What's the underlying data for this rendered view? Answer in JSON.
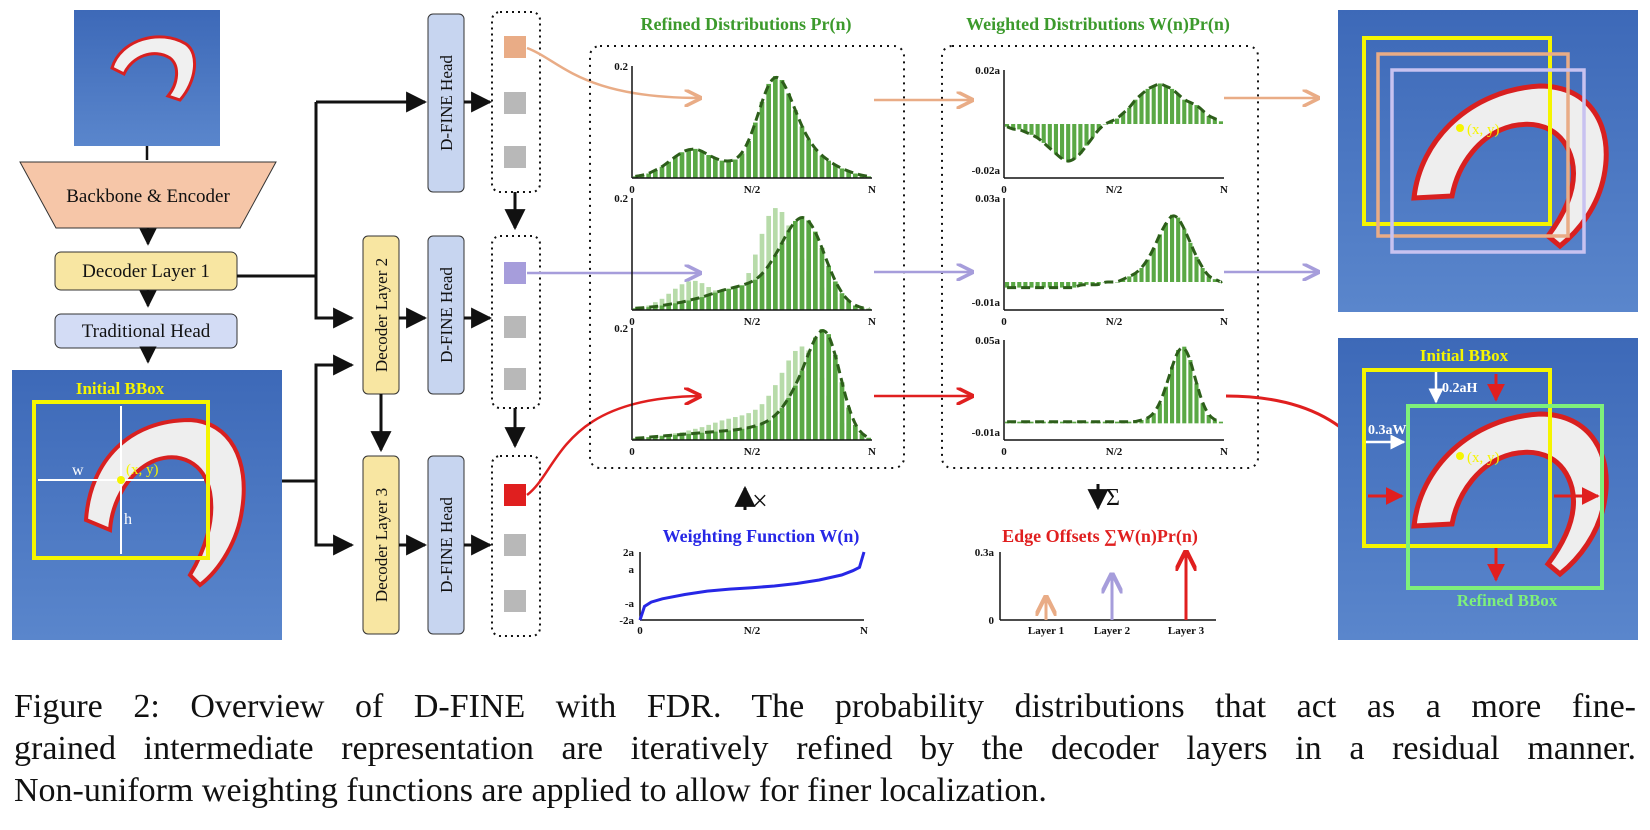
{
  "figure": {
    "backbone_label": "Backbone & Encoder",
    "decoder1_label": "Decoder Layer 1",
    "traditional_head_label": "Traditional Head",
    "decoder2_label": "Decoder Layer 2",
    "decoder3_label": "Decoder Layer 3",
    "dfine_head_label": "D-FINE Head",
    "initial_bbox_label": "Initial BBox",
    "refined_bbox_label": "Refined BBox",
    "w_label": "w",
    "h_label": "h",
    "xy_label": "(x, y)",
    "offset_h_label": "0.2aH",
    "offset_w_label": "0.3aW",
    "refined_title": "Refined Distributions Pr(n)",
    "weighted_title": "Weighted Distributions W(n)Pr(n)",
    "weighting_title": "Weighting Function W(n)",
    "edge_offsets_title": "Edge Offsets ∑W(n)Pr(n)",
    "times_symbol": "×",
    "sum_symbol": "Σ",
    "axis_zero": "0",
    "axis_half": "N/2",
    "axis_n": "N",
    "refined_ytick": "0.2",
    "weighted_ytops": [
      "0.02a",
      "0.03a",
      "0.05a"
    ],
    "weighted_ybottoms": [
      "-0.02a",
      "-0.01a",
      "-0.01a"
    ],
    "weighting_yticks": [
      "2a",
      "a",
      "-a",
      "-2a"
    ],
    "edge_ytick": "0.3a",
    "edge_ybase": "0",
    "edge_layers": [
      "Layer 1",
      "Layer 2",
      "Layer 3"
    ],
    "colors": {
      "green_bar": "#5aa845",
      "green_light": "#b7dba9",
      "green_dash": "#2d5e1a",
      "title_green": "#3c9a2c",
      "layer1": "#e9ac86",
      "layer2": "#a69ddb",
      "layer3": "#e01f1f",
      "blue": "#2727e6",
      "box_yellow": "#f5f500",
      "box_refined": "#7ef07a",
      "image_bg": "#4673bf",
      "backbone_fill": "#f6c6a8",
      "decoder_fill": "#f8e6a2",
      "head_fill": "#c7d5f0",
      "trad_head_fill": "#d3dcf5"
    }
  },
  "chart_data": [
    {
      "type": "bar",
      "title": "Refined Distributions Pr(n)",
      "xlabel": "",
      "ylabel": "",
      "x_ticks": [
        "0",
        "N/2",
        "N"
      ],
      "ylim": [
        0,
        0.2
      ],
      "layers": [
        {
          "name": "Layer 1",
          "values": [
            0.003,
            0.005,
            0.008,
            0.014,
            0.02,
            0.029,
            0.038,
            0.046,
            0.051,
            0.052,
            0.048,
            0.041,
            0.035,
            0.031,
            0.03,
            0.033,
            0.044,
            0.066,
            0.099,
            0.136,
            0.168,
            0.182,
            0.175,
            0.151,
            0.121,
            0.092,
            0.069,
            0.052,
            0.04,
            0.031,
            0.023,
            0.017,
            0.012,
            0.008,
            0.005,
            0.003
          ]
        },
        {
          "name": "Layer 2",
          "values": [
            0.003,
            0.004,
            0.005,
            0.006,
            0.008,
            0.01,
            0.012,
            0.014,
            0.017,
            0.02,
            0.023,
            0.027,
            0.031,
            0.035,
            0.038,
            0.041,
            0.044,
            0.048,
            0.054,
            0.064,
            0.079,
            0.098,
            0.12,
            0.142,
            0.159,
            0.167,
            0.16,
            0.14,
            0.111,
            0.079,
            0.051,
            0.03,
            0.016,
            0.008,
            0.004,
            0.002
          ]
        },
        {
          "name": "Layer 3",
          "values": [
            0.003,
            0.004,
            0.005,
            0.006,
            0.007,
            0.008,
            0.009,
            0.01,
            0.011,
            0.012,
            0.013,
            0.014,
            0.015,
            0.016,
            0.017,
            0.018,
            0.02,
            0.022,
            0.025,
            0.029,
            0.035,
            0.044,
            0.057,
            0.075,
            0.097,
            0.124,
            0.155,
            0.183,
            0.198,
            0.189,
            0.152,
            0.103,
            0.058,
            0.027,
            0.011,
            0.004
          ]
        }
      ]
    },
    {
      "type": "bar",
      "title": "Weighted Distributions W(n)Pr(n)",
      "xlabel": "",
      "ylabel": "",
      "x_ticks": [
        "0",
        "N/2",
        "N"
      ],
      "layers": [
        {
          "name": "Layer 1",
          "ylim": [
            -0.02,
            0.02
          ],
          "values": [
            -0.001,
            -0.002,
            -0.002,
            -0.003,
            -0.004,
            -0.005,
            -0.007,
            -0.009,
            -0.011,
            -0.013,
            -0.014,
            -0.013,
            -0.011,
            -0.008,
            -0.005,
            -0.002,
            0.0,
            0.001,
            0.002,
            0.004,
            0.006,
            0.009,
            0.011,
            0.013,
            0.014,
            0.015,
            0.014,
            0.013,
            0.011,
            0.009,
            0.008,
            0.007,
            0.005,
            0.003,
            0.002,
            0.001
          ]
        },
        {
          "name": "Layer 2",
          "ylim": [
            -0.01,
            0.03
          ],
          "values": [
            -0.002,
            -0.002,
            -0.002,
            -0.002,
            -0.002,
            -0.002,
            -0.002,
            -0.002,
            -0.002,
            -0.002,
            -0.002,
            -0.002,
            -0.001,
            -0.001,
            -0.001,
            -0.001,
            0.0,
            0.0,
            0.0,
            0.001,
            0.002,
            0.003,
            0.005,
            0.008,
            0.012,
            0.017,
            0.021,
            0.024,
            0.023,
            0.019,
            0.014,
            0.009,
            0.005,
            0.002,
            0.001,
            0.0
          ]
        },
        {
          "name": "Layer 3",
          "ylim": [
            -0.01,
            0.05
          ],
          "values": [
            0.001,
            0.001,
            0.001,
            0.001,
            0.001,
            0.001,
            0.001,
            0.001,
            0.001,
            0.001,
            0.001,
            0.001,
            0.001,
            0.001,
            0.001,
            0.001,
            0.001,
            0.001,
            0.001,
            0.001,
            0.001,
            0.001,
            0.002,
            0.003,
            0.006,
            0.012,
            0.022,
            0.034,
            0.044,
            0.046,
            0.038,
            0.024,
            0.012,
            0.005,
            0.002,
            0.001
          ]
        }
      ]
    },
    {
      "type": "line",
      "title": "Weighting Function W(n)",
      "xlabel": "",
      "ylabel": "",
      "x_ticks": [
        "0",
        "N/2",
        "N"
      ],
      "y_ticks": [
        "2a",
        "a",
        "-a",
        "-2a"
      ],
      "ylim": [
        -2,
        2
      ],
      "x": [
        0,
        0.02,
        0.05,
        0.1,
        0.2,
        0.3,
        0.4,
        0.5,
        0.6,
        0.7,
        0.8,
        0.9,
        0.95,
        0.98,
        1.0
      ],
      "y": [
        -2.0,
        -1.2,
        -0.95,
        -0.75,
        -0.5,
        -0.3,
        -0.18,
        -0.1,
        0.0,
        0.15,
        0.35,
        0.65,
        0.9,
        1.1,
        2.0
      ]
    },
    {
      "type": "bar",
      "title": "Edge Offsets ∑W(n)Pr(n)",
      "categories": [
        "Layer 1",
        "Layer 2",
        "Layer 3"
      ],
      "values": [
        0.1,
        0.2,
        0.3
      ],
      "ylim": [
        0,
        0.3
      ],
      "y_ticks": [
        "0.3a",
        "0"
      ]
    }
  ],
  "caption": {
    "lines": [
      "Figure 2: Overview of D-FINE with FDR. The probability distributions that act as a more fine-",
      "grained intermediate representation are iteratively refined by the decoder layers in a residual manner.",
      "Non-uniform weighting functions are applied to allow for finer localization."
    ]
  }
}
